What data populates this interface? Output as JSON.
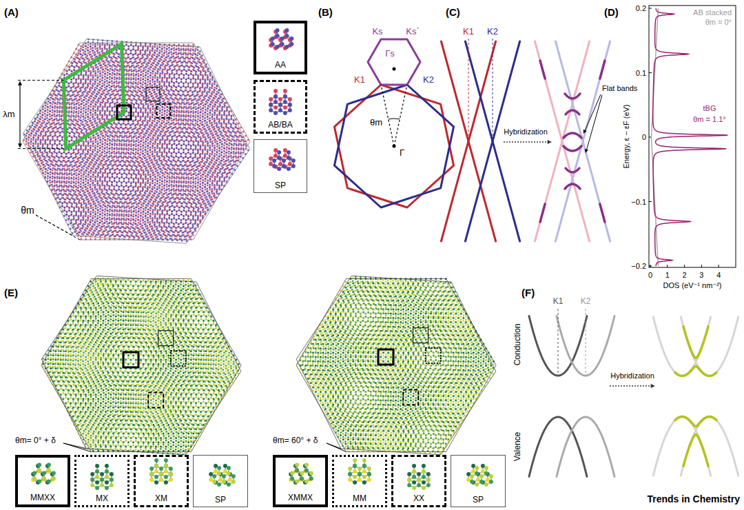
{
  "diagram": {
    "nodes": [
      {
        "text": [
          "AA"
        ]
      },
      {
        "text": [
          "AB/BA"
        ]
      },
      {
        "text": [
          "SP"
        ]
      },
      {
        "text": [
          "MMXX"
        ]
      },
      {
        "text": [
          "MX"
        ]
      },
      {
        "text": [
          "XM"
        ]
      },
      {
        "text": [
          "SP"
        ]
      },
      {
        "text": [
          "XMMX"
        ]
      },
      {
        "text": [
          "MM"
        ]
      },
      {
        "text": [
          "XX"
        ]
      },
      {
        "text": [
          "SP"
        ]
      }
    ],
    "labels": [
      "(A)",
      "λm",
      "θm",
      "(B)",
      "Ks",
      "Ks`",
      "Γs",
      "K1",
      "K2",
      "θm",
      "Γ",
      "(C)",
      "K1",
      "K2",
      "Hybridization",
      "Flat bands",
      "(D)",
      "Energy, ε − εF (eV)",
      "0.2",
      "0.1",
      "0",
      "−0.1",
      "−0.2",
      "0",
      "1",
      "2",
      "3",
      "4",
      "DOS (eV⁻¹ nm⁻²)",
      "AB stacked",
      "θm = 0°",
      "tBG",
      "θm = 1.1°",
      "(E)",
      "θm= 0° + δ",
      "θm= 60° + δ",
      "(F)",
      "Conduction",
      "Valence",
      "K1",
      "K2",
      "Hybridization",
      "Trends in Chemistry"
    ]
  }
}
